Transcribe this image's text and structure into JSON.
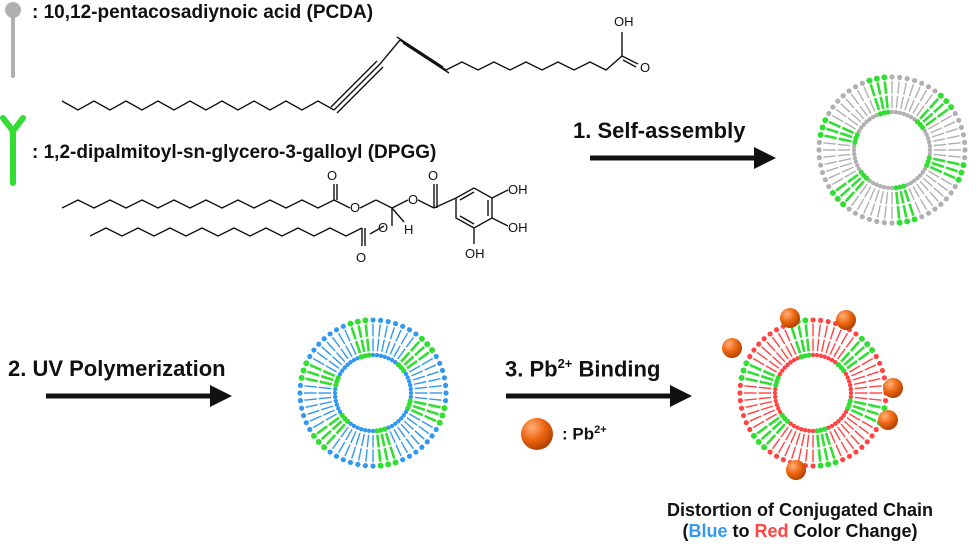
{
  "legend": {
    "pcda_label": ": 10,12-pentacosadiynoic acid (PCDA)",
    "dpgg_label": ": 1,2-dipalmitoyl-sn-glycero-3-galloyl  (DPGG)",
    "pb_label_prefix": ": Pb",
    "pb_charge": "2+"
  },
  "steps": [
    {
      "label": "1. Self-assembly"
    },
    {
      "label": "2. UV Polymerization"
    },
    {
      "label_prefix": "3. Pb",
      "charge": "2+",
      "label_suffix": " Binding"
    }
  ],
  "note": {
    "line1": "Distortion of Conjugated Chain",
    "line2_open": "(",
    "blue_word": "Blue",
    "to_word": " to ",
    "red_word": "Red",
    "line2_close": " Color Change)"
  },
  "atoms": {
    "oh": "OH",
    "o": "O",
    "h": "H"
  },
  "colors": {
    "pcda_lipid": "#b0b0b0",
    "dpgg_lipid": "#33dd33",
    "blue_phase": "#3399ee",
    "red_phase": "#ff4444",
    "pb_ion": "#ee6611",
    "text": "#111111"
  },
  "icons": [
    "pcda-lipid-icon",
    "dpgg-lipid-icon",
    "pb-ion-icon",
    "arrow-icon",
    "vesicle-icon"
  ]
}
